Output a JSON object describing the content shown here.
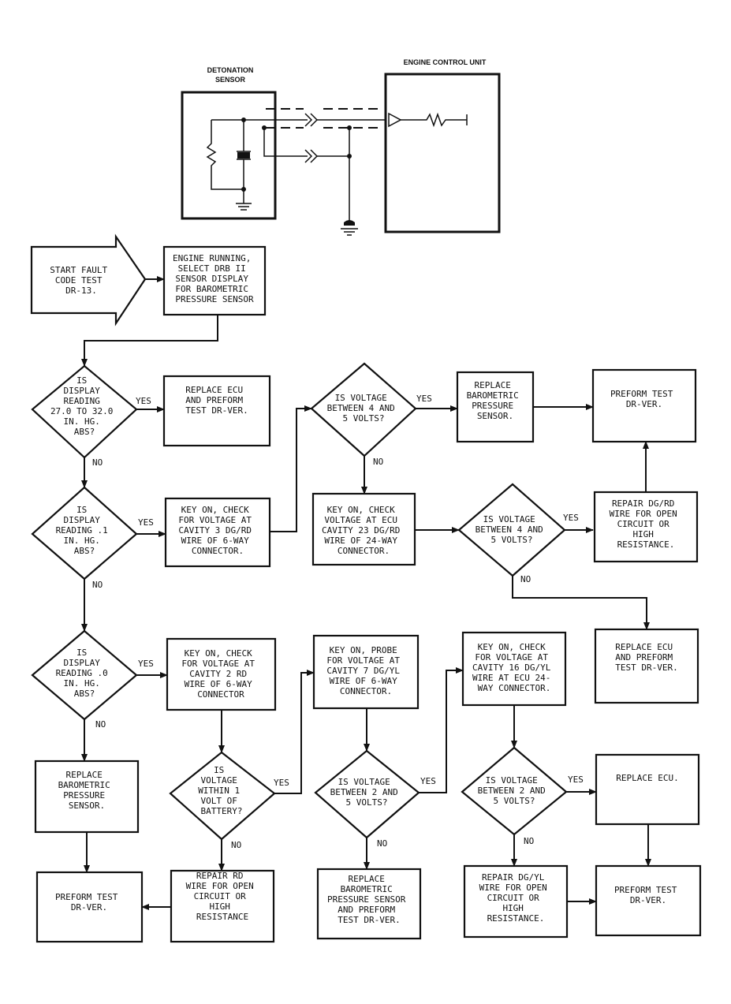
{
  "schematic": {
    "sensor_title": [
      "DETONATION",
      "SENSOR"
    ],
    "ecu_title": "ENGINE CONTROL UNIT"
  },
  "start": [
    "START FAULT",
    "CODE TEST",
    "DR-13."
  ],
  "nodes": {
    "n1": [
      "ENGINE RUNNING,",
      "SELECT DRB II",
      "SENSOR DISPLAY",
      "FOR BAROMETRIC",
      "PRESSURE SENSOR"
    ],
    "d1": [
      "IS",
      "DISPLAY",
      "READING",
      "27.0 TO 32.0",
      "IN. HG.",
      "ABS?"
    ],
    "r1": [
      "REPLACE ECU",
      "AND PREFORM",
      "TEST DR-VER."
    ],
    "d2": [
      "IS",
      "DISPLAY",
      "READING .1",
      "IN. HG.",
      "ABS?"
    ],
    "k1": [
      "KEY ON, CHECK",
      "FOR VOLTAGE AT",
      "CAVITY 3 DG/RD",
      "WIRE OF 6-WAY",
      "CONNECTOR."
    ],
    "d3": [
      "IS VOLTAGE",
      "BETWEEN 4 AND",
      "5 VOLTS?"
    ],
    "r2": [
      "REPLACE",
      "BAROMETRIC",
      "PRESSURE",
      "SENSOR."
    ],
    "p1": [
      "PREFORM TEST",
      "DR-VER."
    ],
    "k2": [
      "KEY ON, CHECK",
      "VOLTAGE AT ECU",
      "CAVITY 23 DG/RD",
      "WIRE OF 24-WAY",
      "CONNECTOR."
    ],
    "d4": [
      "IS VOLTAGE",
      "BETWEEN 4 AND",
      "5 VOLTS?"
    ],
    "rp1": [
      "REPAIR DG/RD",
      "WIRE FOR OPEN",
      "CIRCUIT OR",
      "HIGH",
      "RESISTANCE."
    ],
    "r3": [
      "REPLACE ECU",
      "AND PREFORM",
      "TEST DR-VER."
    ],
    "d5": [
      "IS",
      "DISPLAY",
      "READING .0",
      "IN. HG.",
      "ABS?"
    ],
    "k3": [
      "KEY ON, CHECK",
      "FOR VOLTAGE AT",
      "CAVITY 2 RD",
      "WIRE OF 6-WAY",
      "CONNECTOR"
    ],
    "k4": [
      "KEY ON, PROBE",
      "FOR VOLTAGE AT",
      "CAVITY 7 DG/YL",
      "WIRE OF 6-WAY",
      "CONNECTOR."
    ],
    "k5": [
      "KEY ON, CHECK",
      "FOR VOLTAGE AT",
      "CAVITY 16 DG/YL",
      "WIRE AT ECU 24-",
      "WAY CONNECTOR."
    ],
    "r4": [
      "REPLACE",
      "BAROMETRIC",
      "PRESSURE",
      "SENSOR."
    ],
    "d6": [
      "IS",
      "VOLTAGE",
      "WITHIN 1",
      "VOLT OF",
      "BATTERY?"
    ],
    "d7": [
      "IS VOLTAGE",
      "BETWEEN 2 AND",
      "5 VOLTS?"
    ],
    "d8": [
      "IS VOLTAGE",
      "BETWEEN 2 AND",
      "5 VOLTS?"
    ],
    "r5": [
      "REPLACE ECU."
    ],
    "p2": [
      "PREFORM TEST",
      "DR-VER."
    ],
    "rp2": [
      "REPAIR RD",
      "WIRE FOR OPEN",
      "CIRCUIT OR",
      "HIGH",
      "RESISTANCE"
    ],
    "r6": [
      "REPLACE",
      "BAROMETRIC",
      "PRESSURE SENSOR",
      "AND PREFORM",
      "TEST DR-VER."
    ],
    "rp3": [
      "REPAIR DG/YL",
      "WIRE FOR OPEN",
      "CIRCUIT OR",
      "HIGH",
      "RESISTANCE."
    ],
    "p3": [
      "PREFORM TEST",
      "DR-VER."
    ]
  },
  "answers": {
    "yes": "YES",
    "no": "NO"
  }
}
